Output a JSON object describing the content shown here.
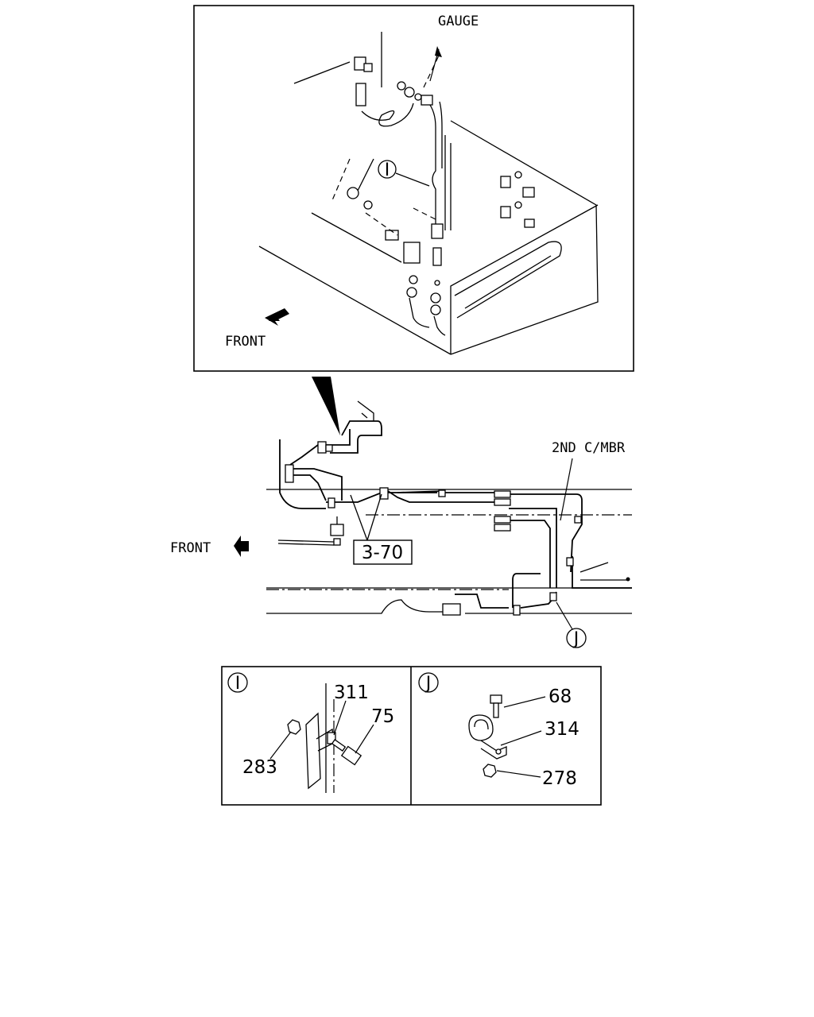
{
  "top_view": {
    "gauge_label": "GAUGE",
    "front_label": "FRONT",
    "callout_i": "I"
  },
  "main_view": {
    "front_label": "FRONT",
    "member_label": "2ND C/MBR",
    "ref_box": "3-70",
    "callout_j": "J"
  },
  "detail_i": {
    "title": "I",
    "parts": [
      "311",
      "75",
      "283"
    ]
  },
  "detail_j": {
    "title": "J",
    "parts": [
      "68",
      "314",
      "278"
    ]
  }
}
